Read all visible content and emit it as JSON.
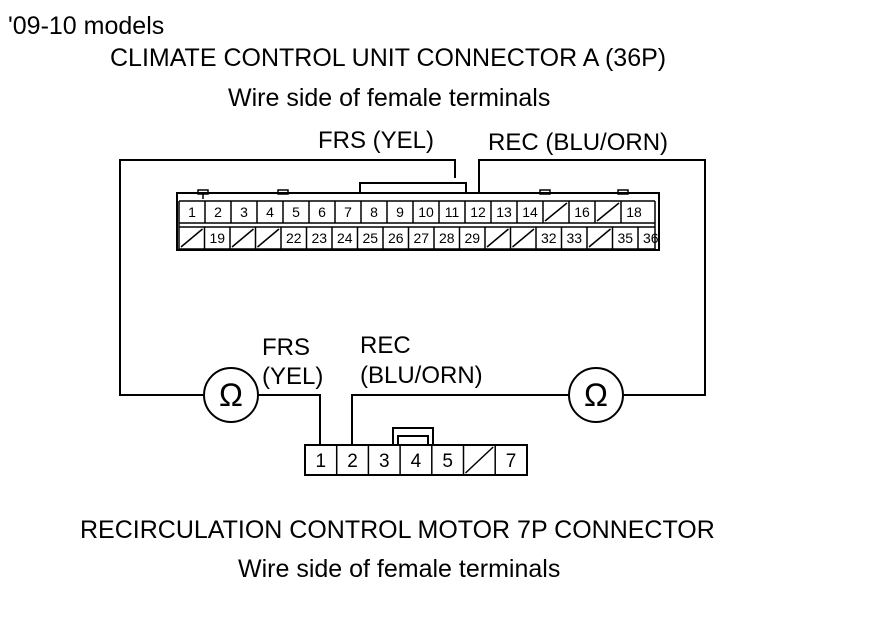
{
  "header": {
    "model_note": "'09-10 models",
    "connector_a_title": "CLIMATE CONTROL UNIT CONNECTOR A (36P)",
    "connector_a_subtitle": "Wire side of female terminals"
  },
  "wires": {
    "frs_top": "FRS (YEL)",
    "rec_top": "REC (BLU/ORN)",
    "frs_bottom_line1": "FRS",
    "frs_bottom_line2": "(YEL)",
    "rec_bottom_line1": "REC",
    "rec_bottom_line2": "(BLU/ORN)"
  },
  "meters": {
    "symbol": "Ω"
  },
  "connector_a": {
    "row1": [
      "1",
      "2",
      "3",
      "4",
      "5",
      "6",
      "7",
      "8",
      "9",
      "10",
      "11",
      "12",
      "13",
      "14",
      "",
      "16",
      "",
      "18"
    ],
    "row2": [
      "",
      "19",
      "",
      "",
      "22",
      "23",
      "24",
      "25",
      "26",
      "27",
      "28",
      "29",
      "",
      "",
      "32",
      "33",
      "",
      "35",
      "36"
    ]
  },
  "connector_b": {
    "cells": [
      "1",
      "2",
      "3",
      "4",
      "5",
      "",
      "7"
    ]
  },
  "footer": {
    "connector_b_title": "RECIRCULATION CONTROL MOTOR 7P CONNECTOR",
    "connector_b_subtitle": "Wire side of female terminals"
  }
}
